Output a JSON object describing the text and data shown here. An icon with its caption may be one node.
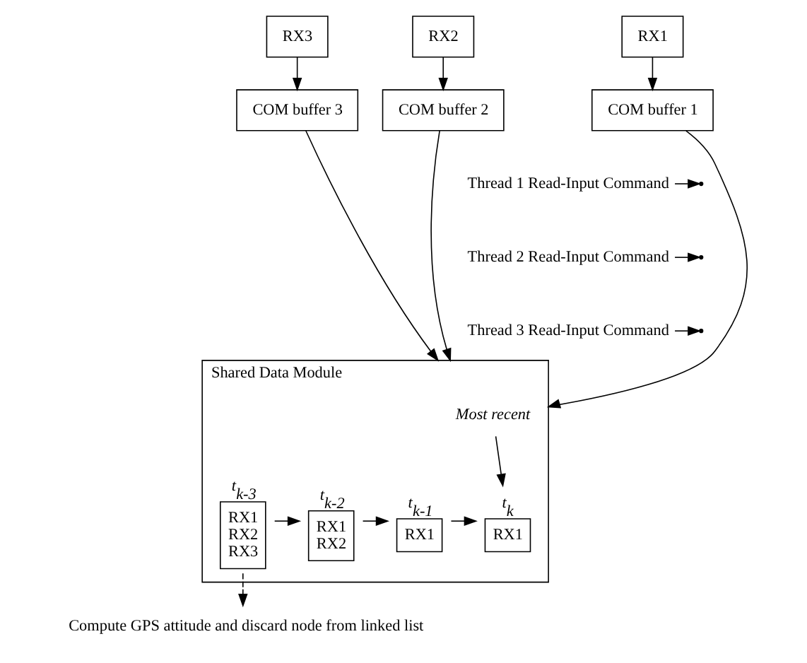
{
  "diagram": {
    "nodes": [
      {
        "text": [
          "RX3"
        ]
      },
      {
        "text": [
          "RX2"
        ]
      },
      {
        "text": [
          "RX1"
        ]
      },
      {
        "text": [
          "COM buffer 3"
        ]
      },
      {
        "text": [
          "COM buffer 2"
        ]
      },
      {
        "text": [
          "COM buffer 1"
        ]
      },
      {
        "text": [
          "Thread 1 Read-Input Command"
        ]
      },
      {
        "text": [
          "Thread 2 Read-Input Command"
        ]
      },
      {
        "text": [
          "Thread 3 Read-Input Command"
        ]
      },
      {
        "text": [
          "Shared Data Module"
        ]
      },
      {
        "text": [
          "t$_{k-3}$",
          "RX1",
          "RX2",
          "RX3"
        ],
        "in": 9
      },
      {
        "text": [
          "t$_{k-2}$",
          "RX1",
          "RX2"
        ],
        "in": 9
      },
      {
        "text": [
          "t$_{k-1}$",
          "RX1"
        ],
        "in": 9
      },
      {
        "text": [
          "t$_{k}$",
          "RX1"
        ],
        "in": 9
      },
      {
        "text": [
          "Most recent"
        ],
        "in": 9
      },
      {
        "text": [
          "Compute GPS attitude and discard node from linked list"
        ]
      }
    ],
    "edges": [
      {
        "from": 0,
        "to": 3,
        "arrow": "to"
      },
      {
        "from": 1,
        "to": 4,
        "arrow": "to"
      },
      {
        "from": 2,
        "to": 5,
        "arrow": "to"
      },
      {
        "from": 5,
        "to": 9,
        "arrow": "to"
      },
      {
        "from": 4,
        "to": 9,
        "arrow": "to"
      },
      {
        "from": 3,
        "to": 9,
        "arrow": "to"
      },
      {
        "from": 6,
        "to": null,
        "arrow": "to"
      },
      {
        "from": 7,
        "to": null,
        "arrow": "to"
      },
      {
        "from": 8,
        "to": null,
        "arrow": "to"
      },
      {
        "from": 10,
        "to": 11,
        "arrow": "to"
      },
      {
        "from": 11,
        "to": 12,
        "arrow": "to"
      },
      {
        "from": 12,
        "to": 13,
        "arrow": "to"
      },
      {
        "from": 14,
        "to": 13,
        "arrow": "to"
      },
      {
        "from": 10,
        "to": 15,
        "arrow": "to",
        "style": "dashed"
      }
    ]
  }
}
